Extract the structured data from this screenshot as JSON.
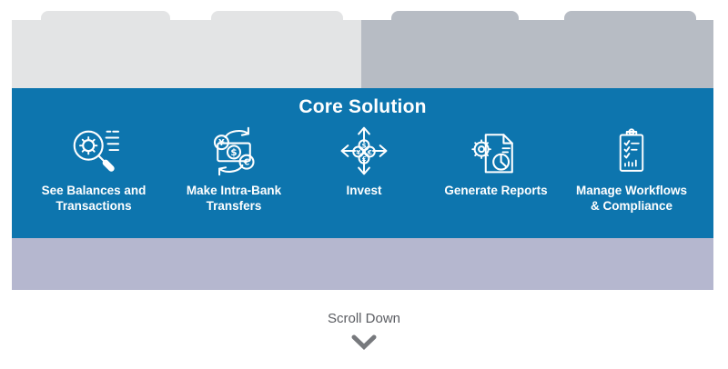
{
  "tabs": {
    "left_tabs": [
      "",
      ""
    ],
    "right_tabs": [
      "",
      ""
    ]
  },
  "banner": {
    "title": "Core Solution",
    "items": [
      {
        "label": "See Balances and\nTransactions",
        "icon": "magnifier-gear-icon"
      },
      {
        "label": "Make Intra-Bank\nTransfers",
        "icon": "currency-exchange-icon"
      },
      {
        "label": "Invest",
        "icon": "invest-arrows-icon"
      },
      {
        "label": "Generate Reports",
        "icon": "report-document-icon"
      },
      {
        "label": "Manage Workflows\n& Compliance",
        "icon": "clipboard-checklist-icon"
      }
    ]
  },
  "footer": {
    "scroll_label": "Scroll Down",
    "chevron_icon": "chevron-down-icon"
  },
  "colors": {
    "band-light": "#e3e4e5",
    "band-dark": "#b7bcc4",
    "blue": "#0d75ae",
    "lavender": "#b5b7cf",
    "text-gray": "#5a5c61",
    "chevron-gray": "#77797d",
    "icon-white": "#ffffff"
  }
}
